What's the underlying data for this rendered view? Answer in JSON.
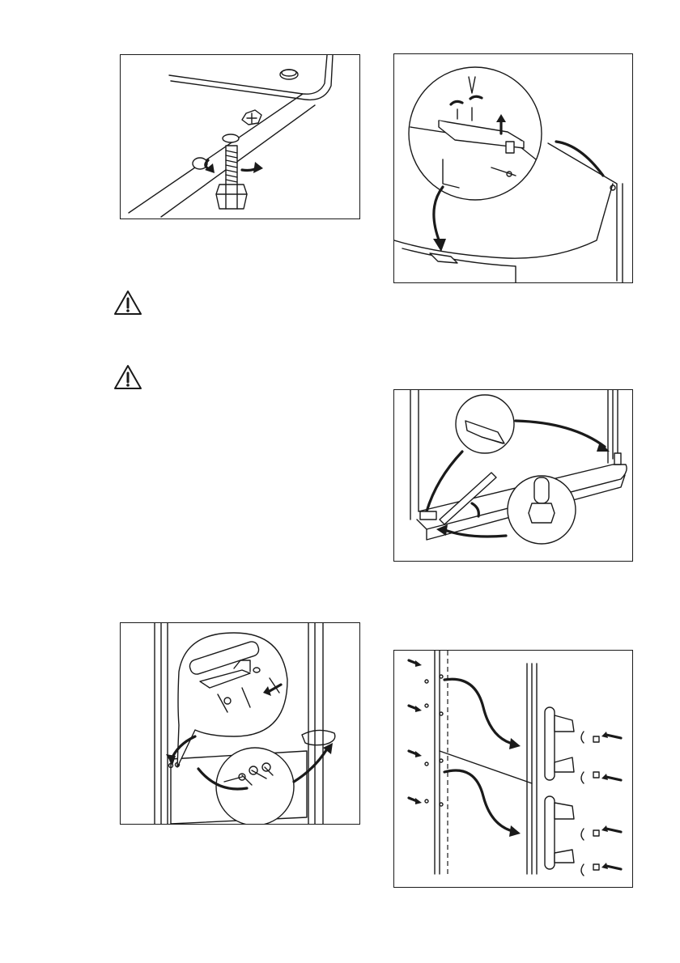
{
  "figures": [
    {
      "icon": "adjustable-foot-screw-illustration"
    },
    {
      "icon": "top-hinge-removal-illustration"
    },
    {
      "icon": "hinge-cover-transfer-illustration"
    },
    {
      "icon": "door-hinge-bracket-illustration"
    },
    {
      "icon": "door-handle-reversal-illustration"
    }
  ],
  "warnings": [
    {
      "icon": "warning-triangle-icon"
    },
    {
      "icon": "warning-triangle-icon"
    }
  ]
}
